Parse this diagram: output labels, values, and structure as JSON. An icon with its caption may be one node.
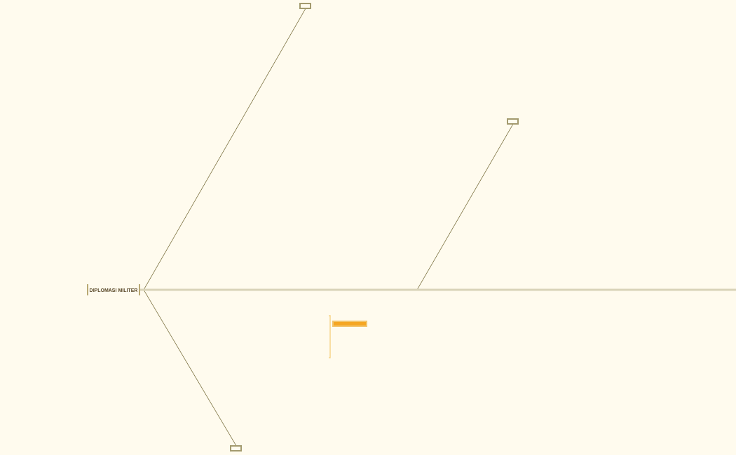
{
  "diagram": {
    "nodes": [
      {
        "text": [
          "DIPLOMASI MILITER"
        ]
      },
      {
        "text": [],
        "shape": "box"
      },
      {
        "text": [],
        "shape": "box"
      },
      {
        "text": [],
        "shape": "box"
      },
      {
        "text": [],
        "shape": "box"
      }
    ],
    "edges": [
      {
        "from": 0,
        "to": 1,
        "arrow": "none"
      },
      {
        "from": 0,
        "to": 2,
        "arrow": "none"
      },
      {
        "from": 0,
        "to": 3,
        "arrow": "none"
      },
      {
        "from": 0,
        "to": null,
        "arrow": "none",
        "style": "thick",
        "color": "#d9d3b8"
      }
    ]
  }
}
